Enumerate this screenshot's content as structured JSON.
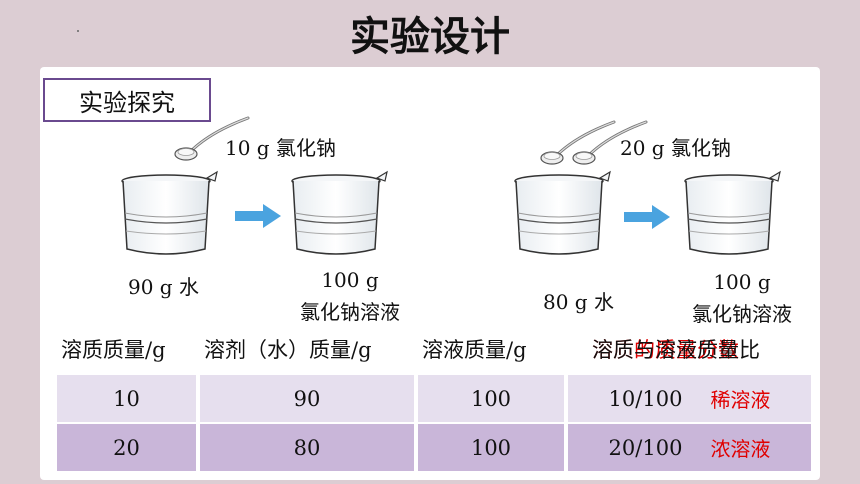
{
  "page": {
    "title": "实验设计"
  },
  "tag": {
    "label": "实验探究"
  },
  "experiment": {
    "exp1": {
      "solute_label": "10 g 氯化钠",
      "solvent_label": "90 g 水",
      "result_mass": "100 g",
      "result_name": "氯化钠溶液"
    },
    "exp2": {
      "solute_label": "20 g 氯化钠",
      "solvent_label": "80 g 水",
      "result_mass": "100 g",
      "result_name": "氯化钠溶液"
    }
  },
  "table": {
    "headers": [
      "溶质质量/g",
      "溶剂（水）质量/g",
      "溶液质量/g",
      "溶质与溶液质量比"
    ],
    "header_overlay": "溶质的质量分数",
    "rows": [
      {
        "solute": "10",
        "solvent": "90",
        "solution": "100",
        "ratio": "10/100",
        "note": "稀溶液"
      },
      {
        "solute": "20",
        "solvent": "80",
        "solution": "100",
        "ratio": "20/100",
        "note": "浓溶液"
      }
    ]
  }
}
